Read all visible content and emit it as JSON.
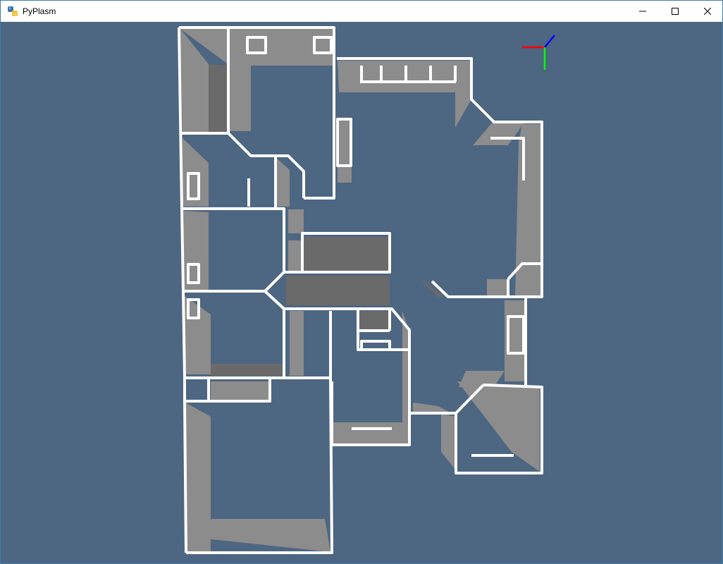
{
  "window": {
    "title": "PyPlasm",
    "controls": {
      "minimize": "minimize",
      "maximize": "maximize",
      "close": "close"
    }
  },
  "viewport": {
    "background_color": "#4d6682",
    "wall_color": "#8c8c8c",
    "wall_shadow_color": "#6e6e6e",
    "wall_top_color": "#ffffff",
    "axes": {
      "x_color": "#ff0000",
      "y_color": "#00ff00",
      "z_color": "#0000ff"
    }
  }
}
